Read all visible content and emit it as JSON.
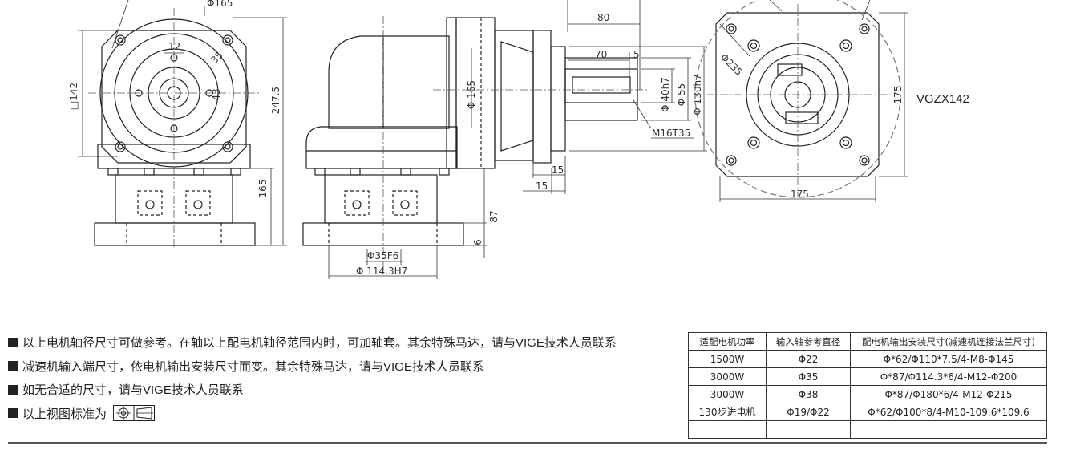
{
  "model": "VGZX142",
  "dimensions": {
    "d165_top": "Φ165",
    "sq142": "□142",
    "h247_5": "247.5",
    "w12": "12",
    "d35": "35",
    "d43": "43",
    "h165_left": "165",
    "d35f6": "Φ35F6",
    "d114_3h7": "Φ 114.3H7",
    "h87": "87",
    "h6": "6",
    "d165_side": "Φ 165",
    "l80": "80",
    "l70": "70",
    "l5": "5",
    "d40h7": "Φ 40h7",
    "d55": "Φ 55",
    "d130h7": "Φ 130h7",
    "thread": "M16T35",
    "l15a": "15",
    "l15b": "15",
    "d235": "Φ235",
    "w175": "175",
    "h175": "175"
  },
  "notes": [
    "以上电机轴径尺寸可做参考。在轴以上配电机轴径范围内时，可加轴套。其余特殊马达，请与VIGE技术人员联系",
    "减速机输入端尺寸，依电机输出安装尺寸而变。其余特殊马达，请与VIGE技术人员联系",
    "如无合适的尺寸，请与VIGE技术人员联系",
    "以上视图标准为"
  ],
  "table": {
    "headers": [
      "适配电机功率",
      "输入轴参考直径",
      "配电机输出安装尺寸(减速机连接法兰尺寸)"
    ],
    "rows": [
      [
        "1500W",
        "Φ22",
        "Φ*62/Φ110*7.5/4-M8-Φ145"
      ],
      [
        "3000W",
        "Φ35",
        "Φ*87/Φ114.3*6/4-M12-Φ200"
      ],
      [
        "3000W",
        "Φ38",
        "Φ*87/Φ180*6/4-M12-Φ215"
      ],
      [
        "130步进电机",
        "Φ19/Φ22",
        "Φ*62/Φ100*8/4-M10-109.6*109.6"
      ],
      [
        "",
        "",
        ""
      ]
    ]
  }
}
